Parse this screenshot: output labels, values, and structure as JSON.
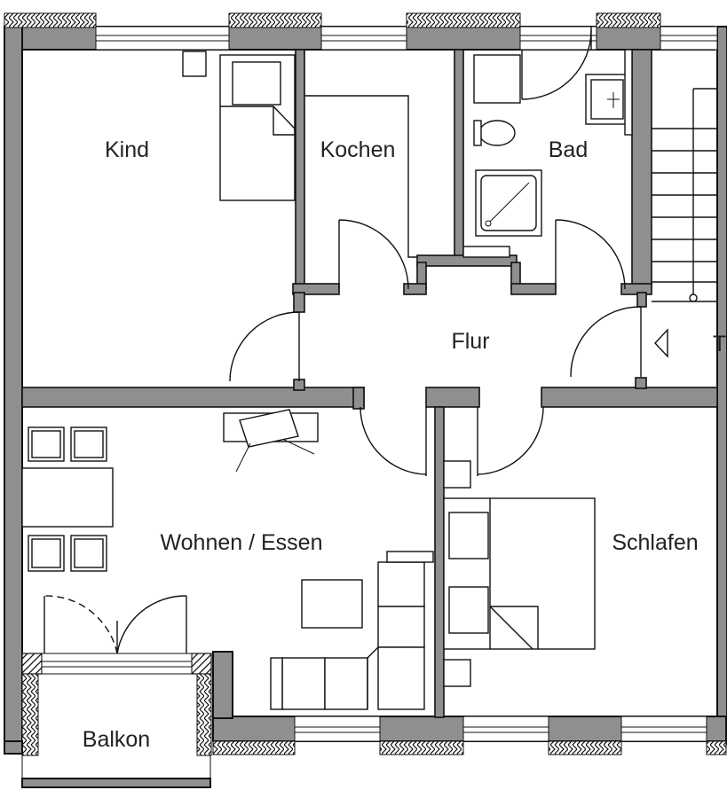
{
  "rooms": {
    "kind": "Kind",
    "kochen": "Kochen",
    "bad": "Bad",
    "flur": "Flur",
    "wohnen": "Wohnen / Essen",
    "schlafen": "Schlafen",
    "balkon": "Balkon"
  },
  "stair_label": "T",
  "colors": {
    "wall_fill": "#8f8f8f",
    "line": "#111111",
    "background": "#ffffff"
  }
}
